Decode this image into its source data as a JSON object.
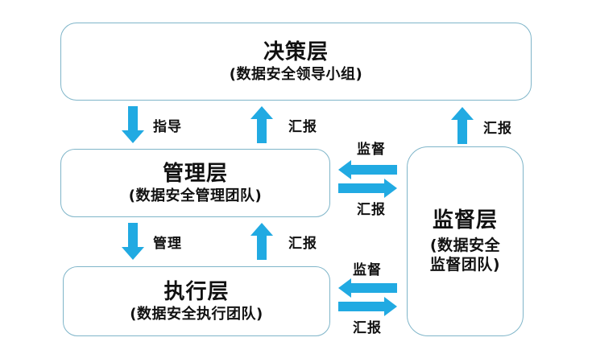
{
  "colors": {
    "background": "#ffffff",
    "arrow": "#21aae2",
    "box-border": "#7fb5c9",
    "text": "#111111"
  },
  "boxes": {
    "decision": {
      "title": "决策层",
      "subtitle": "(数据安全领导小组)"
    },
    "management": {
      "title": "管理层",
      "subtitle": "(数据安全管理团队)"
    },
    "execution": {
      "title": "执行层",
      "subtitle": "(数据安全执行团队)"
    },
    "supervision": {
      "title": "监督层",
      "subtitle_line1": "(数据安全",
      "subtitle_line2": "监督团队)"
    }
  },
  "arrows": {
    "decision_to_management": {
      "label": "指导",
      "direction": "down"
    },
    "management_to_decision": {
      "label": "汇报",
      "direction": "up"
    },
    "supervision_to_decision": {
      "label": "汇报",
      "direction": "up"
    },
    "management_to_execution": {
      "label": "管理",
      "direction": "down"
    },
    "execution_to_management": {
      "label": "汇报",
      "direction": "up"
    },
    "supervision_to_management": {
      "label": "监督",
      "direction": "left"
    },
    "management_to_supervision": {
      "label": "汇报",
      "direction": "right"
    },
    "supervision_to_execution": {
      "label": "监督",
      "direction": "left"
    },
    "execution_to_supervision": {
      "label": "汇报",
      "direction": "right"
    }
  }
}
